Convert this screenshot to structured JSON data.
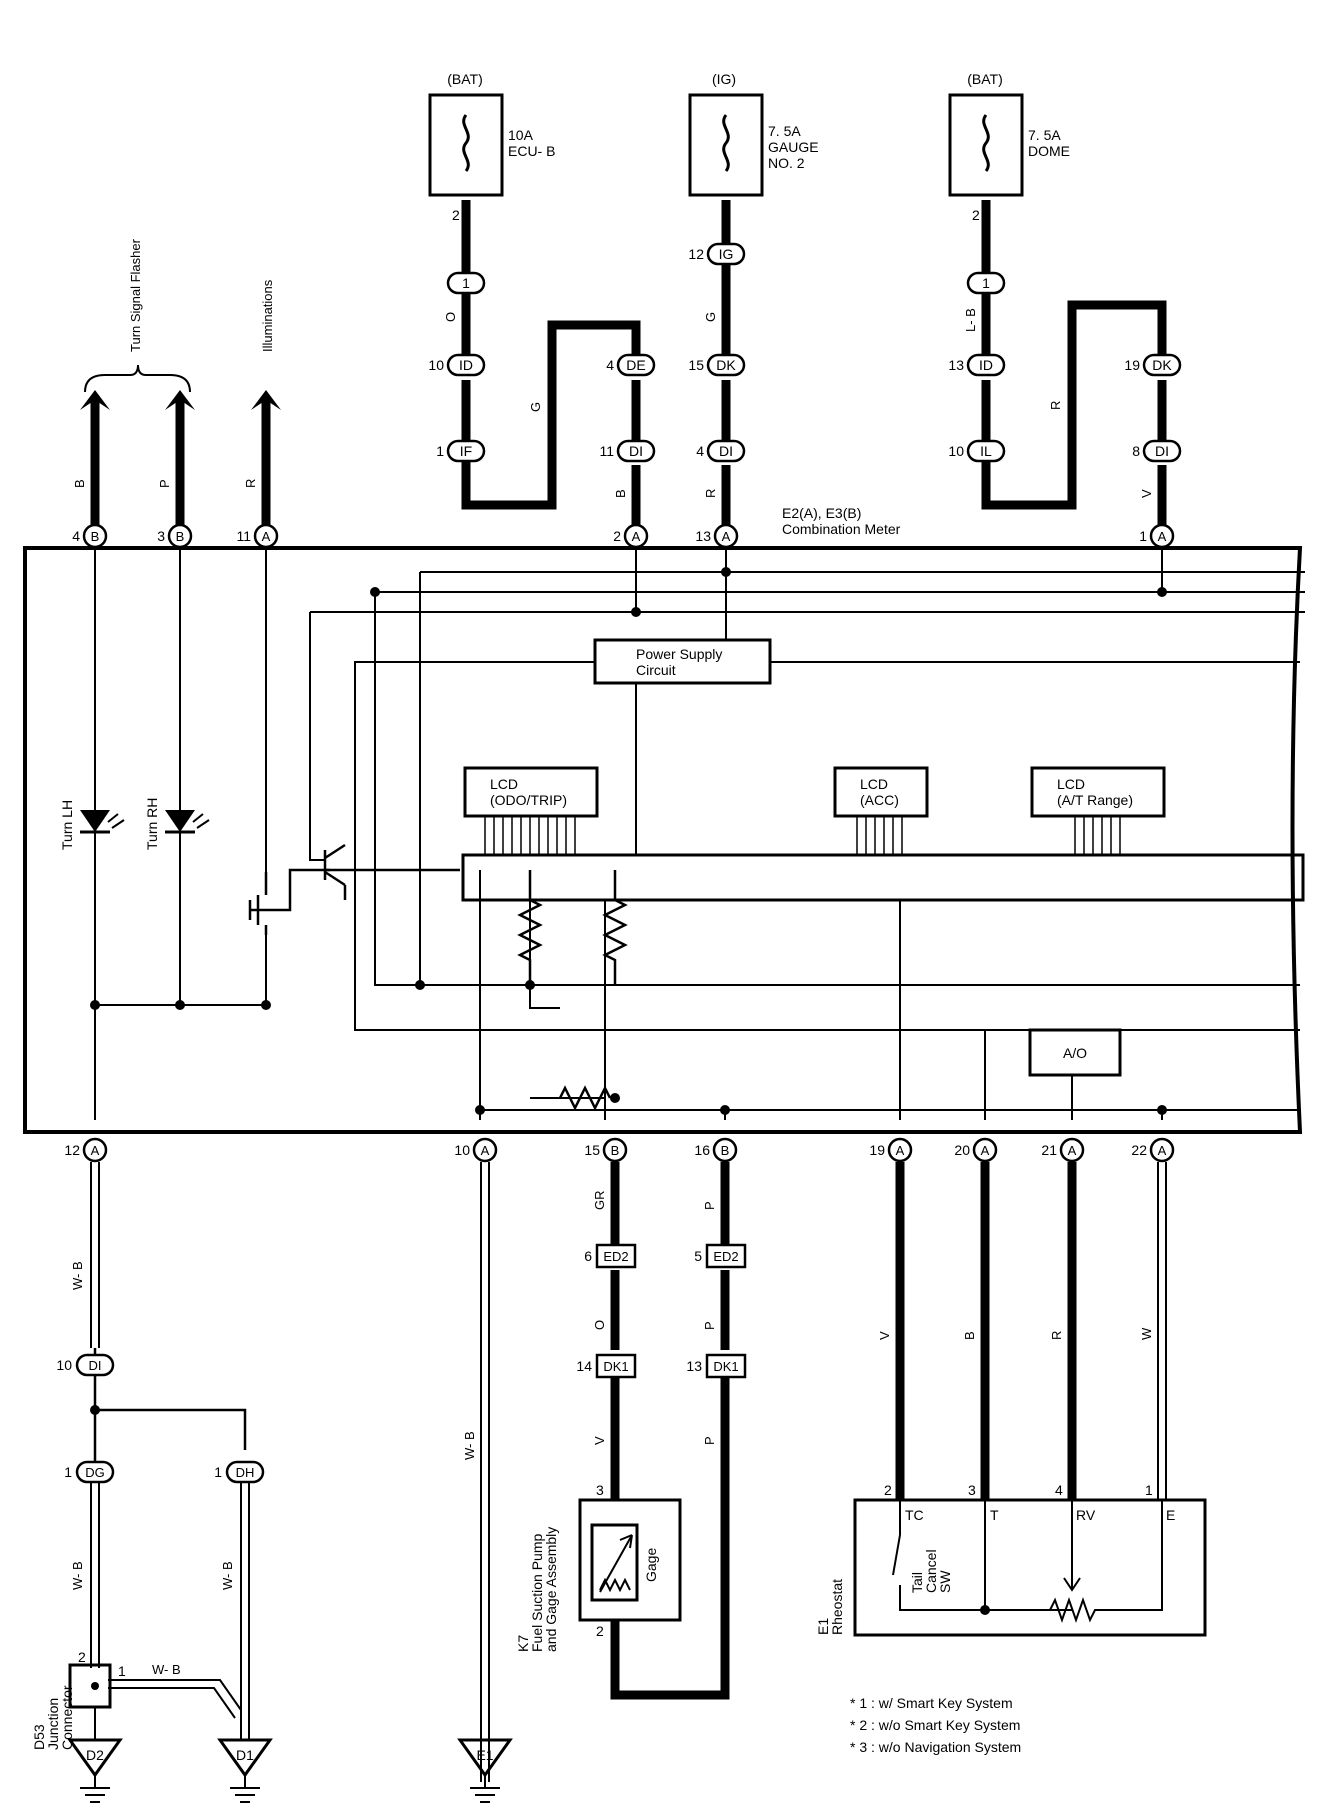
{
  "fuses": [
    {
      "source": "(BAT)",
      "line1": "10A",
      "line2": "ECU- B",
      "line3": "",
      "pin": "2"
    },
    {
      "source": "(IG)",
      "line1": "7. 5A",
      "line2": "GAUGE",
      "line3": "NO. 2",
      "pin": ""
    },
    {
      "source": "(BAT)",
      "line1": "7. 5A",
      "line2": "DOME",
      "line3": "",
      "pin": "2"
    }
  ],
  "connectors_top": [
    {
      "pin": "",
      "id": "1"
    },
    {
      "pin": "10",
      "id": "ID"
    },
    {
      "pin": "1",
      "id": "IF"
    },
    {
      "pin": "4",
      "id": "DE"
    },
    {
      "pin": "11",
      "id": "DI"
    },
    {
      "pin": "12",
      "id": "IG"
    },
    {
      "pin": "15",
      "id": "DK"
    },
    {
      "pin": "4",
      "id": "DI"
    },
    {
      "pin": "",
      "id": "1"
    },
    {
      "pin": "13",
      "id": "ID"
    },
    {
      "pin": "10",
      "id": "IL"
    },
    {
      "pin": "19",
      "id": "DK"
    },
    {
      "pin": "8",
      "id": "DI"
    }
  ],
  "wire_colors_top": [
    "O",
    "G",
    "B",
    "G",
    "R",
    "L- B",
    "R",
    "V",
    "B",
    "P",
    "R"
  ],
  "left_labels": {
    "group": "Turn Signal Flasher",
    "illum": "Illuminations"
  },
  "meter_top_pins": [
    {
      "pin": "4",
      "conn": "B"
    },
    {
      "pin": "3",
      "conn": "B"
    },
    {
      "pin": "11",
      "conn": "A"
    },
    {
      "pin": "2",
      "conn": "A"
    },
    {
      "pin": "13",
      "conn": "A"
    },
    {
      "pin": "1",
      "conn": "A"
    }
  ],
  "meter": {
    "title1": "E2(A), E3(B)",
    "title2": "Combination Meter"
  },
  "power_supply": {
    "line1": "Power Supply",
    "line2": "Circuit"
  },
  "lcds": [
    {
      "line1": "LCD",
      "line2": "(ODO/TRIP)"
    },
    {
      "line1": "LCD",
      "line2": "(ACC)"
    },
    {
      "line1": "LCD",
      "line2": "(A/T Range)"
    }
  ],
  "turn_lh": "Turn LH",
  "turn_rh": "Turn RH",
  "ao": "A/O",
  "meter_bottom_pins": [
    {
      "pin": "12",
      "conn": "A"
    },
    {
      "pin": "10",
      "conn": "A"
    },
    {
      "pin": "15",
      "conn": "B"
    },
    {
      "pin": "16",
      "conn": "B"
    },
    {
      "pin": "19",
      "conn": "A"
    },
    {
      "pin": "20",
      "conn": "A"
    },
    {
      "pin": "21",
      "conn": "A"
    },
    {
      "pin": "22",
      "conn": "A"
    }
  ],
  "wire_colors_bottom": [
    "W- B",
    "GR",
    "P",
    "O",
    "P",
    "V",
    "P",
    "V",
    "B",
    "R",
    "W",
    "W- B",
    "W- B",
    "W- B",
    "W- B"
  ],
  "connectors_bottom": [
    {
      "pin": "6",
      "id": "ED2"
    },
    {
      "pin": "5",
      "id": "ED2"
    },
    {
      "pin": "14",
      "id": "DK1"
    },
    {
      "pin": "13",
      "id": "DK1"
    },
    {
      "pin": "10",
      "id": "DI"
    },
    {
      "pin": "1",
      "id": "DG"
    },
    {
      "pin": "1",
      "id": "DH"
    }
  ],
  "junction": {
    "id": "D53",
    "line1": "Junction",
    "line2": "Connector",
    "pin2": "2",
    "pin1": "1"
  },
  "grounds": [
    "D2",
    "D1",
    "E1"
  ],
  "fuel": {
    "id": "K7",
    "line1": "Fuel Suction Pump",
    "line2": "and Gage Assembly",
    "gage": "Gage",
    "pin_top": "3",
    "pin_bot": "2"
  },
  "rheostat": {
    "id": "E1",
    "name": "Rheostat",
    "pins": [
      "2",
      "3",
      "4",
      "1"
    ],
    "terms": [
      "TC",
      "T",
      "RV",
      "E"
    ],
    "sw1": "Tail",
    "sw2": "Cancel",
    "sw3": "SW"
  },
  "notes": [
    "* 1 : w/ Smart Key System",
    "* 2 : w/o Smart Key System",
    "* 3 : w/o Navigation System"
  ]
}
